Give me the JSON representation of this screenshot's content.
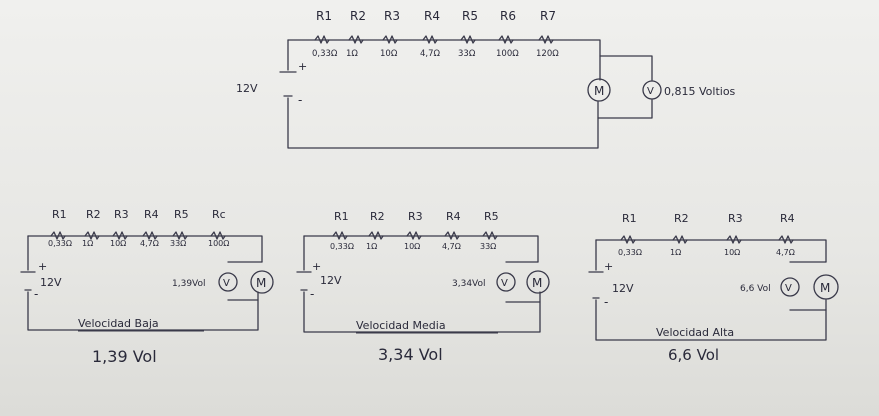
{
  "top": {
    "resistor_names": [
      "R1",
      "R2",
      "R3",
      "R4",
      "R5",
      "R6",
      "R7"
    ],
    "resistor_values": [
      "0,33Ω",
      "1Ω",
      "10Ω",
      "4,7Ω",
      "33Ω",
      "100Ω",
      "120Ω"
    ],
    "battery": "12V",
    "plus": "+",
    "minus": "-",
    "motor": "M",
    "voltmeter": "V",
    "reading": "0,815 Voltios"
  },
  "low": {
    "resistor_names": [
      "R1",
      "R2",
      "R3",
      "R4",
      "R5",
      "Rc"
    ],
    "resistor_values": [
      "0,33Ω",
      "1Ω",
      "10Ω",
      "4,7Ω",
      "33Ω",
      "100Ω"
    ],
    "battery": "12V",
    "plus": "+",
    "minus": "-",
    "motor": "M",
    "voltmeter": "V",
    "reading": "1,39Vol",
    "caption": "Velocidad Baja",
    "result": "1,39 Vol"
  },
  "mid": {
    "resistor_names": [
      "R1",
      "R2",
      "R3",
      "R4",
      "R5"
    ],
    "resistor_values": [
      "0,33Ω",
      "1Ω",
      "10Ω",
      "4,7Ω",
      "33Ω"
    ],
    "battery": "12V",
    "plus": "+",
    "minus": "-",
    "motor": "M",
    "voltmeter": "V",
    "reading": "3,34Vol",
    "caption": "Velocidad Media",
    "result": "3,34 Vol"
  },
  "high": {
    "resistor_names": [
      "R1",
      "R2",
      "R3",
      "R4"
    ],
    "resistor_values": [
      "0,33Ω",
      "1Ω",
      "10Ω",
      "4,7Ω"
    ],
    "battery": "12V",
    "plus": "+",
    "minus": "-",
    "motor": "M",
    "voltmeter": "V",
    "reading": "6,6 Vol",
    "caption": "Velocidad Alta",
    "result": "6,6 Vol"
  }
}
